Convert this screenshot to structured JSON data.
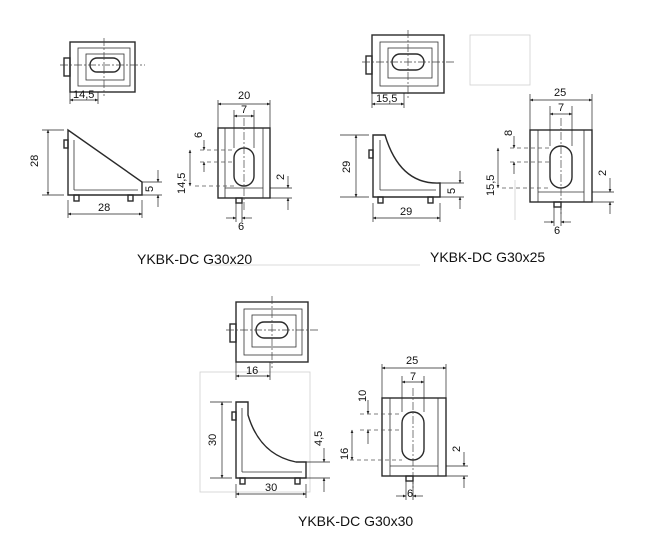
{
  "models": [
    {
      "name": "YKBK-DC G30x20",
      "top_dims": {
        "width": "14,5"
      },
      "side_dims": {
        "height": "28",
        "width": "28",
        "foot": "5"
      },
      "front_dims": {
        "width": "20",
        "slot_width": "7",
        "slot_top": "6",
        "slot_height": "14,5",
        "edge": "2",
        "base": "6"
      }
    },
    {
      "name": "YKBK-DC G30x25",
      "top_dims": {
        "width": "15,5"
      },
      "side_dims": {
        "height": "29",
        "width": "29",
        "foot": "5"
      },
      "front_dims": {
        "width": "25",
        "slot_width": "7",
        "slot_top": "8",
        "slot_height": "15,5",
        "edge": "2",
        "base": "6"
      }
    },
    {
      "name": "YKBK-DC G30x30",
      "top_dims": {
        "width": "16"
      },
      "side_dims": {
        "height": "30",
        "width": "30",
        "foot": "4,5"
      },
      "front_dims": {
        "width": "25",
        "slot_width": "7",
        "slot_top": "10",
        "slot_height": "16",
        "edge": "2",
        "base": "6"
      }
    }
  ]
}
